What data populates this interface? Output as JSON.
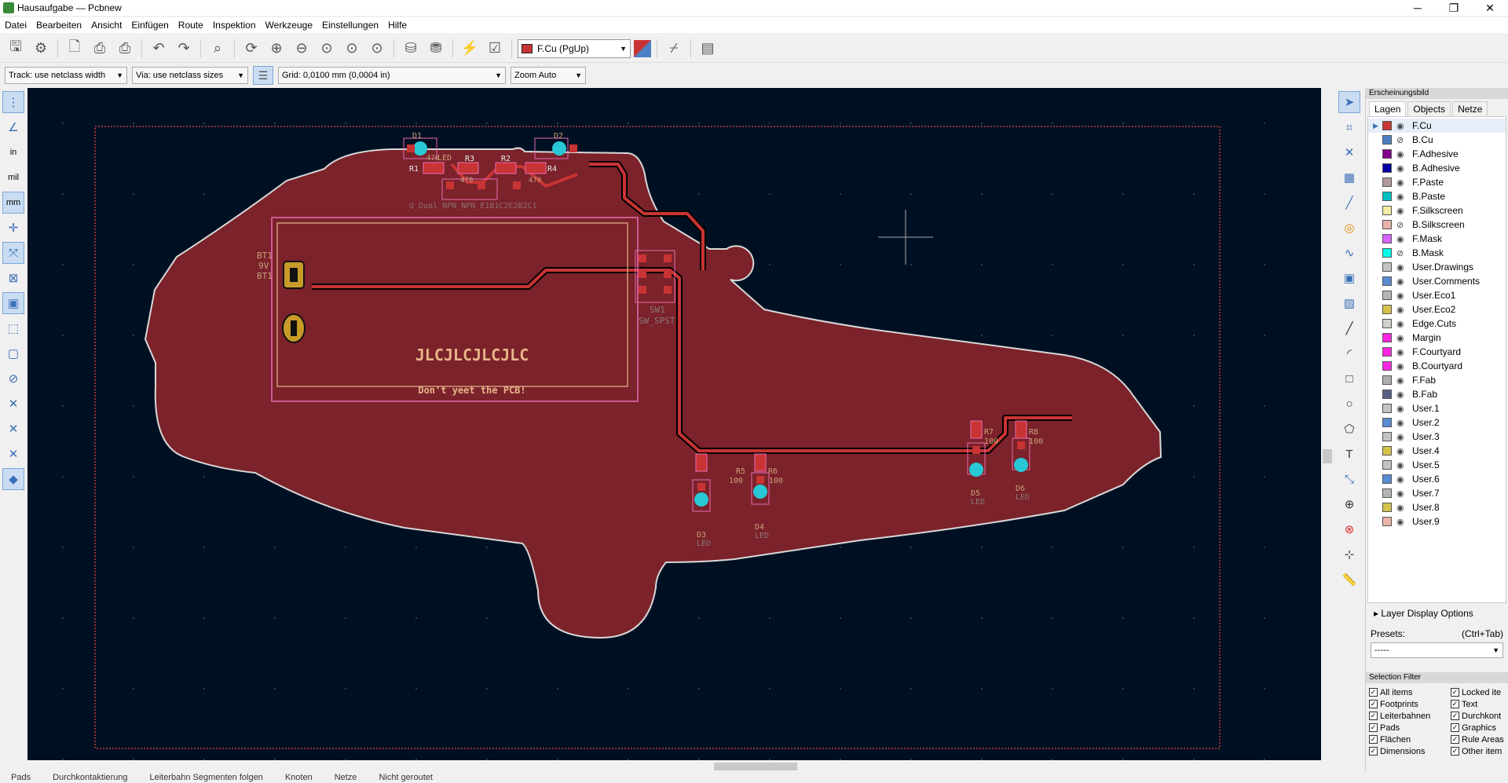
{
  "window": {
    "title": "Hausaufgabe — Pcbnew",
    "controls": [
      "─",
      "❐",
      "✕"
    ]
  },
  "menu": [
    "Datei",
    "Bearbeiten",
    "Ansicht",
    "Einfügen",
    "Route",
    "Inspektion",
    "Werkzeuge",
    "Einstellungen",
    "Hilfe"
  ],
  "toolbar": {
    "layer_select": "F.Cu (PgUp)",
    "layer_color": "#c83434"
  },
  "toolbar2": {
    "track": "Track: use netclass width",
    "via": "Via: use netclass sizes",
    "grid": "Grid: 0,0100 mm (0,0004 in)",
    "zoom": "Zoom Auto"
  },
  "board": {
    "silk_text": "JLCJLCJLCJLC",
    "slogan": "Don't yeet the PCB!",
    "labels": {
      "d1": "D1",
      "d2": "D2",
      "led_top": "LED",
      "r1": "R1",
      "r2": "R2",
      "r3": "R3",
      "r4": "R4",
      "r1v": "470",
      "r3v": "470",
      "r4v": "470",
      "q": "Q_Dual_NPN_NPN_E1B1C2E2B2C1",
      "bt1a": "BT1",
      "bt1b": "9V",
      "bt1c": "BT1",
      "sw1": "SW1",
      "sw1v": "SW_SPST",
      "r5": "R5",
      "r5v": "100",
      "r6": "R6",
      "r6v": "100",
      "r7": "R7",
      "r7v": "100",
      "r8": "R8",
      "r8v": "100",
      "d3": "D3",
      "d3v": "LED",
      "d4": "D4",
      "d4v": "LED",
      "d5": "D5",
      "d5v": "LED",
      "d6": "D6",
      "d6v": "LED"
    }
  },
  "panel": {
    "title": "Erscheinungsbild",
    "tabs": [
      "Lagen",
      "Objects",
      "Netze"
    ],
    "layers": [
      {
        "name": "F.Cu",
        "color": "#c83434"
      },
      {
        "name": "B.Cu",
        "color": "#4d7fc4"
      },
      {
        "name": "F.Adhesive",
        "color": "#84008a"
      },
      {
        "name": "B.Adhesive",
        "color": "#0000a0"
      },
      {
        "name": "F.Paste",
        "color": "#b49b9b"
      },
      {
        "name": "B.Paste",
        "color": "#00c2c2"
      },
      {
        "name": "F.Silkscreen",
        "color": "#f2eda1"
      },
      {
        "name": "B.Silkscreen",
        "color": "#e8b2a7"
      },
      {
        "name": "F.Mask",
        "color": "#d864ff"
      },
      {
        "name": "B.Mask",
        "color": "#02ffee"
      },
      {
        "name": "User.Drawings",
        "color": "#c2c2c2"
      },
      {
        "name": "User.Comments",
        "color": "#598bd2"
      },
      {
        "name": "User.Eco1",
        "color": "#b5b5b5"
      },
      {
        "name": "User.Eco2",
        "color": "#d4c24a"
      },
      {
        "name": "Edge.Cuts",
        "color": "#d0d2cd"
      },
      {
        "name": "Margin",
        "color": "#ff26e2"
      },
      {
        "name": "F.Courtyard",
        "color": "#ff26e2"
      },
      {
        "name": "B.Courtyard",
        "color": "#ff26e2"
      },
      {
        "name": "F.Fab",
        "color": "#afafaf"
      },
      {
        "name": "B.Fab",
        "color": "#585d84"
      },
      {
        "name": "User.1",
        "color": "#c2c2c2"
      },
      {
        "name": "User.2",
        "color": "#598bd2"
      },
      {
        "name": "User.3",
        "color": "#c2c2c2"
      },
      {
        "name": "User.4",
        "color": "#d4c24a"
      },
      {
        "name": "User.5",
        "color": "#c2c2c2"
      },
      {
        "name": "User.6",
        "color": "#598bd2"
      },
      {
        "name": "User.7",
        "color": "#b5b5b5"
      },
      {
        "name": "User.8",
        "color": "#d4c24a"
      },
      {
        "name": "User.9",
        "color": "#e8b2a7"
      }
    ],
    "layer_display_options": "Layer Display Options",
    "presets_label": "Presets:",
    "presets_shortcut": "(Ctrl+Tab)",
    "presets_value": "-----",
    "selection_filter": "Selection Filter",
    "filters": [
      "All items",
      "Locked ite",
      "Footprints",
      "Text",
      "Leiterbahnen",
      "Durchkont",
      "Pads",
      "Graphics",
      "Flächen",
      "Rule Areas",
      "Dimensions",
      "Other item"
    ]
  },
  "status": [
    "Pads",
    "Durchkontaktierung",
    "Leiterbahn Segmenten folgen",
    "Knoten",
    "Netze",
    "Nicht geroutet"
  ]
}
